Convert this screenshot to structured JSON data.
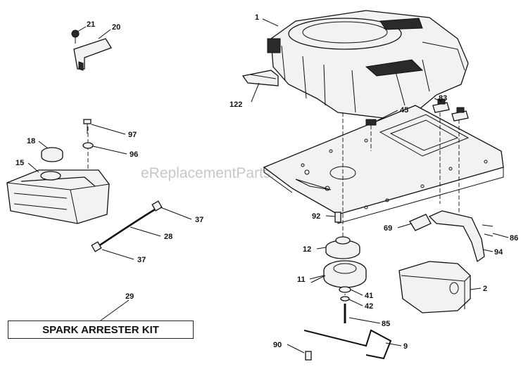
{
  "watermark": "eReplacementParts.com",
  "kit_label": "SPARK ARRESTER KIT",
  "callouts": {
    "c1": "1",
    "c20": "20",
    "c21": "21",
    "c122": "122",
    "c83": "83",
    "c45": "45",
    "c97": "97",
    "c18": "18",
    "c15": "15",
    "c96": "96",
    "c37a": "37",
    "c28": "28",
    "c37b": "37",
    "c92": "92",
    "c69": "69",
    "c86": "86",
    "c12": "12",
    "c94": "94",
    "c11": "11",
    "c41": "41",
    "c2": "2",
    "c42": "42",
    "c29": "29",
    "c85": "85",
    "c90": "90",
    "c9": "9"
  }
}
